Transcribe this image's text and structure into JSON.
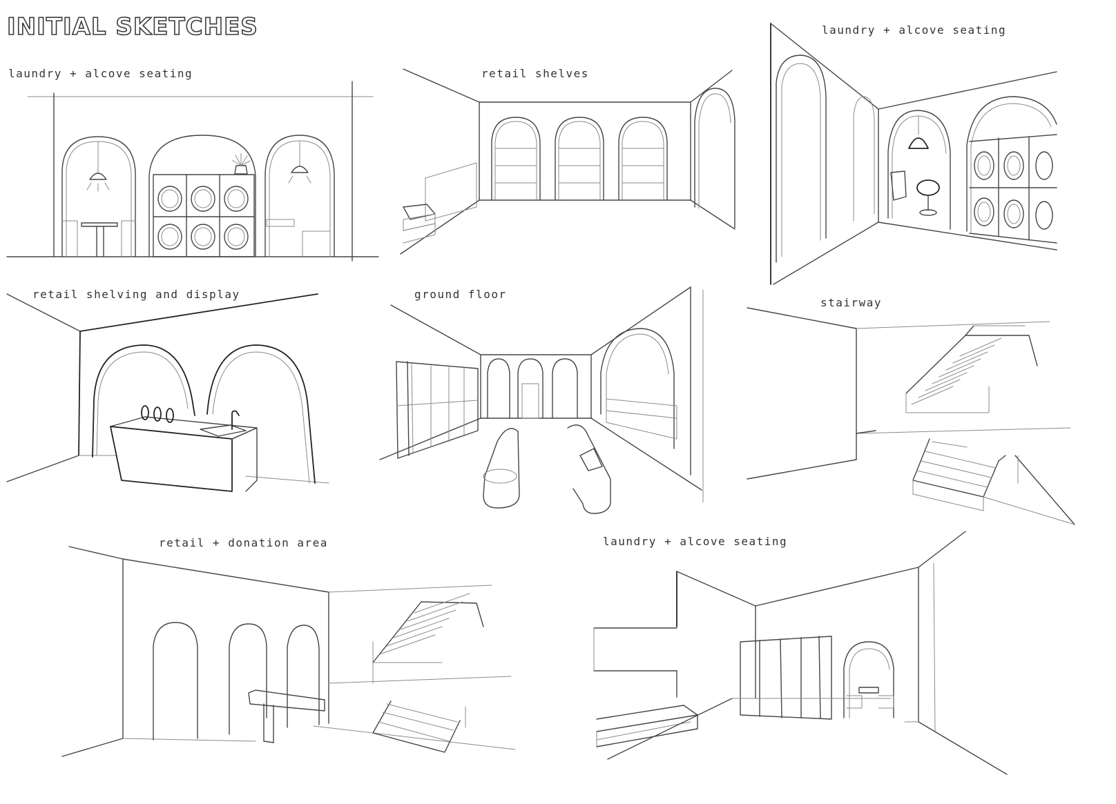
{
  "title": "INITIAL SKETCHES",
  "sketches": [
    {
      "caption": "laundry + alcove seating"
    },
    {
      "caption": "retail shelves"
    },
    {
      "caption": "laundry + alcove seating"
    },
    {
      "caption": "retail shelving and display"
    },
    {
      "caption": "ground floor"
    },
    {
      "caption": "stairway"
    },
    {
      "caption": "retail + donation area"
    },
    {
      "caption": "laundry + alcove seating"
    }
  ]
}
